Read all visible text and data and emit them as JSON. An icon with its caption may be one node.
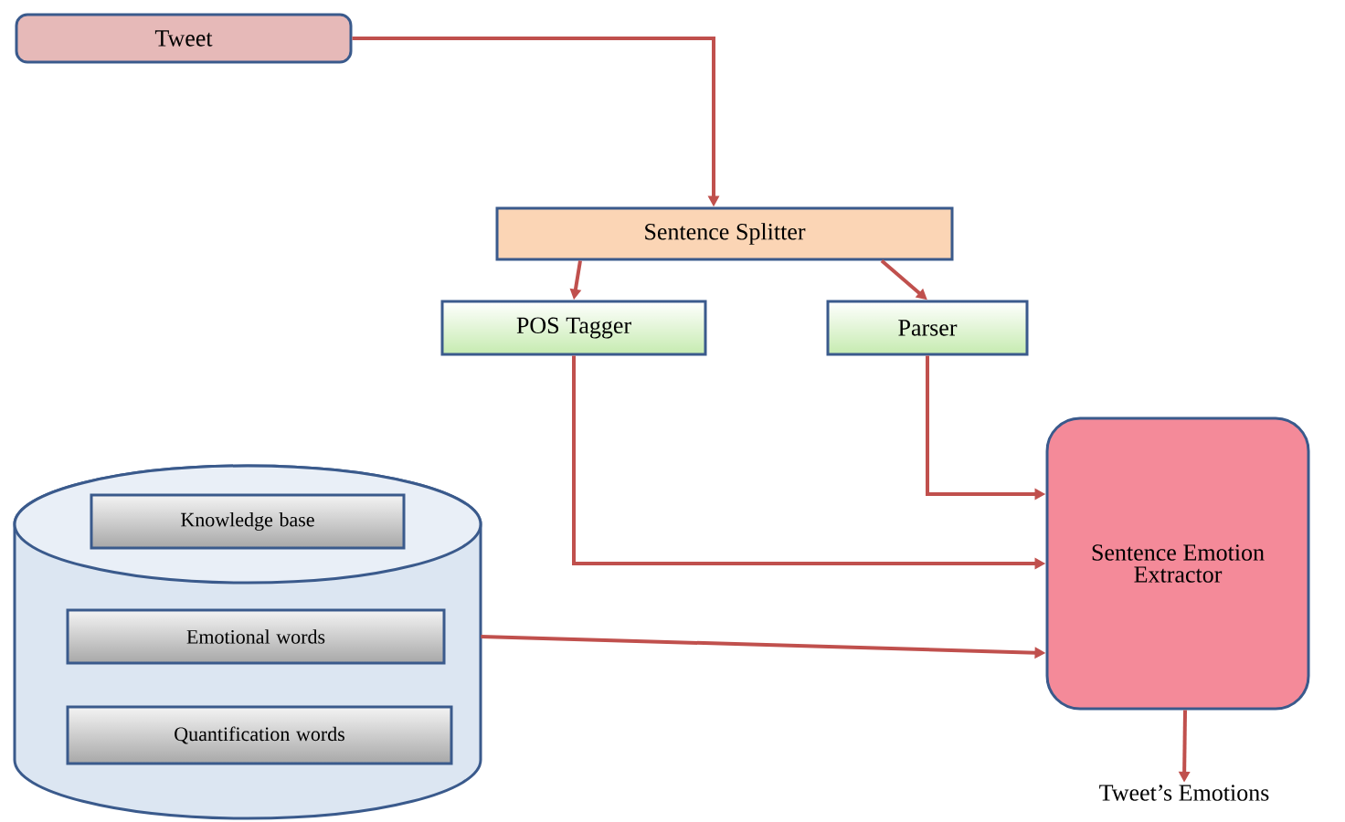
{
  "diagram": {
    "nodes": [
      {
        "text": [
          "Tweet"
        ]
      },
      {
        "text": [
          "Sentence Splitter"
        ]
      },
      {
        "text": [
          "POS Tagger"
        ]
      },
      {
        "text": [
          "Parser"
        ]
      },
      {
        "text": [],
        "shape": "cylinder"
      },
      {
        "text": [
          "Knowledge base"
        ],
        "in": 4
      },
      {
        "text": [
          "Emotional words"
        ],
        "in": 4
      },
      {
        "text": [
          "Quantification words"
        ],
        "in": 4
      },
      {
        "text": [
          "Sentence Emotion Extractor"
        ]
      },
      {
        "text": [
          "Tweet’s Emotions"
        ]
      }
    ],
    "edges": [
      {
        "from": 0,
        "to": 1,
        "arrow": "to"
      },
      {
        "from": 1,
        "to": 2,
        "arrow": "to"
      },
      {
        "from": 1,
        "to": 3,
        "arrow": "to"
      },
      {
        "from": 3,
        "to": 8,
        "arrow": "to"
      },
      {
        "from": 2,
        "to": 8,
        "arrow": "to"
      },
      {
        "from": 4,
        "to": 8,
        "arrow": "to"
      },
      {
        "from": 8,
        "to": 9,
        "arrow": "to"
      }
    ]
  }
}
